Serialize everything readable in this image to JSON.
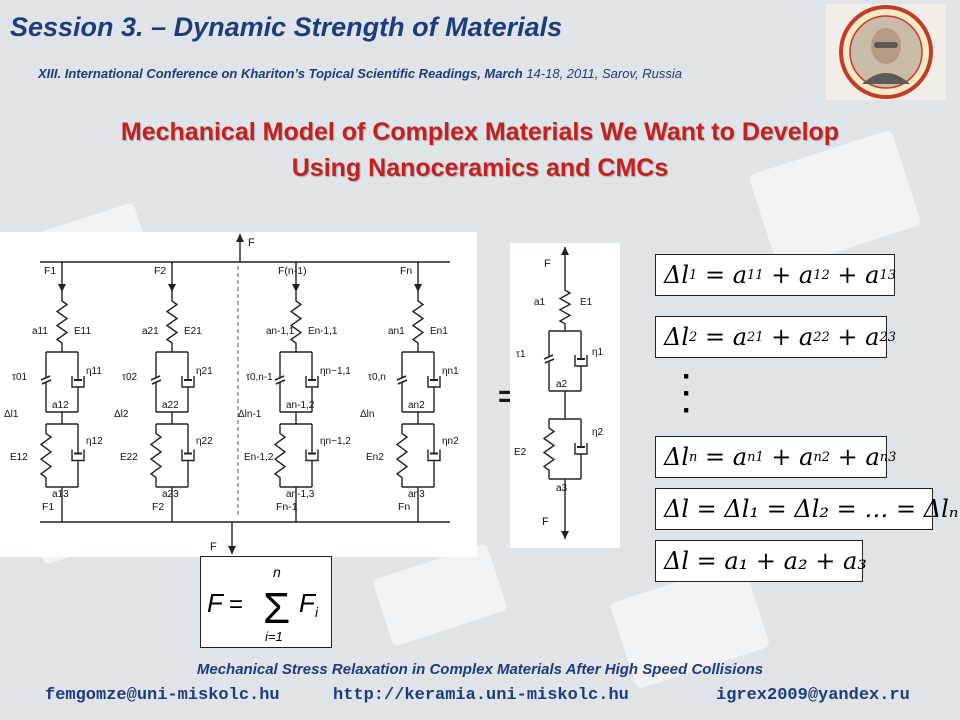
{
  "header": {
    "session": "Session 3. – Dynamic Strength of Materials",
    "conference_bold": "XIII. International Conference on Khariton’s Topical Scientific Readings, March",
    "conference_tail": "14-18, 2011, Sarov, Russia"
  },
  "title": {
    "line1": "Mechanical Model of Complex Materials We Want to Develop",
    "line2": "Using Nanoceramics and CMCs"
  },
  "diagram": {
    "force_top": "F",
    "force_bottom": "F",
    "branches": [
      {
        "f_top": "F1",
        "a1": "a11",
        "e1": "E11",
        "tau": "τ01",
        "eta1": "η11",
        "a2": "a12",
        "dl": "Δl1",
        "e2": "E12",
        "eta2": "η12",
        "a3": "a13",
        "f_bot": "F1"
      },
      {
        "f_top": "F2",
        "a1": "a21",
        "e1": "E21",
        "tau": "τ02",
        "eta1": "η21",
        "a2": "a22",
        "dl": "Δl2",
        "e2": "E22",
        "eta2": "η22",
        "a3": "a23",
        "f_bot": "F2"
      },
      {
        "f_top": "F(n-1)",
        "a1": "an-1,1",
        "e1": "En-1,1",
        "tau": "τ0,n-1",
        "eta1": "ηn−1,1",
        "a2": "an-1,2",
        "dl": "Δln-1",
        "e2": "En-1,2",
        "eta2": "ηn−1,2",
        "a3": "an-1,3",
        "f_bot": "Fn-1"
      },
      {
        "f_top": "Fn",
        "a1": "an1",
        "e1": "En1",
        "tau": "τ0,n",
        "eta1": "ηn1",
        "a2": "an2",
        "dl": "Δln",
        "e2": "En2",
        "eta2": "ηn2",
        "a3": "an3",
        "f_bot": "Fn"
      }
    ],
    "equivalent": {
      "f_top": "F",
      "a1": "a1",
      "e1": "E1",
      "tau": "τ1",
      "eta1": "η1",
      "a2": "a2",
      "e2": "E2",
      "eta2": "η2",
      "a3": "a3",
      "f_bot": "F"
    },
    "equals": "="
  },
  "equations": {
    "eq1": {
      "lhs": "l",
      "lsub": "1",
      "terms": [
        [
          "a",
          "11"
        ],
        [
          "a",
          "12"
        ],
        [
          "a",
          "13"
        ]
      ]
    },
    "eq2": {
      "lhs": "l",
      "lsub": "2",
      "terms": [
        [
          "a",
          "21"
        ],
        [
          "a",
          "22"
        ],
        [
          "a",
          "23"
        ]
      ]
    },
    "eqn": {
      "lhs": "l",
      "lsub": "n",
      "terms": [
        [
          "a",
          "n1"
        ],
        [
          "a",
          "n2"
        ],
        [
          "a",
          "n3"
        ]
      ]
    },
    "eq_chain": "Δl = Δl₁ = Δl₂ = … = Δlₙ",
    "eq_total": "Δl = a₁ + a₂ + a₃",
    "sum": {
      "lhs": "F",
      "upper": "n",
      "lower": "i=1",
      "term": "F",
      "term_sub": "i"
    }
  },
  "footer": {
    "subtitle": "Mechanical Stress Relaxation in Complex Materials After High Speed Collisions",
    "email1": "femgomze@uni-miskolc.hu",
    "url": "http://keramia.uni-miskolc.hu",
    "email2": "igrex2009@yandex.ru"
  },
  "colors": {
    "header": "#1f3b7d",
    "title": "#c42020",
    "line": "#222222"
  }
}
